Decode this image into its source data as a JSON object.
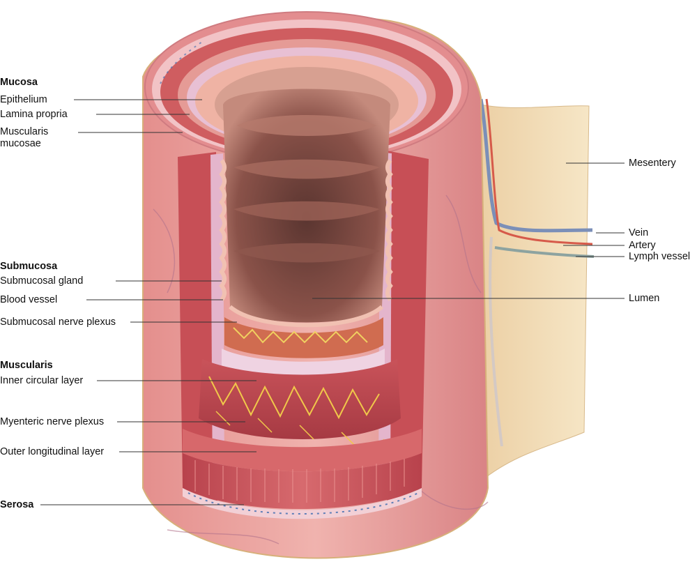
{
  "left_labels": {
    "mucosa": "Mucosa",
    "epithelium": "Epithelium",
    "lamina_propria": "Lamina propria",
    "muscularis_mucosae_1": "Muscularis",
    "muscularis_mucosae_2": "mucosae",
    "submucosa": "Submucosa",
    "submucosal_gland": "Submucosal gland",
    "blood_vessel": "Blood vessel",
    "submucosal_nerve_plexus": "Submucosal nerve plexus",
    "muscularis": "Muscularis",
    "inner_circular_layer": "Inner circular layer",
    "myenteric_nerve_plexus": "Myenteric nerve plexus",
    "outer_longitudinal_layer": "Outer longitudinal layer",
    "serosa": "Serosa"
  },
  "right_labels": {
    "mesentery": "Mesentery",
    "vein": "Vein",
    "artery": "Artery",
    "lymph_vessel": "Lymph vessel",
    "lumen": "Lumen"
  },
  "colors": {
    "muscle": "#c9535a",
    "muscle_dark": "#a83a44",
    "mucosa_pink": "#e8a49b",
    "mesentery": "#f3dfba",
    "serosa_outer": "#e9a3a0",
    "nerve_yellow": "#e8c35a",
    "submucosa_pale": "#edcfdc",
    "lumen_dark": "#6b3f38"
  }
}
